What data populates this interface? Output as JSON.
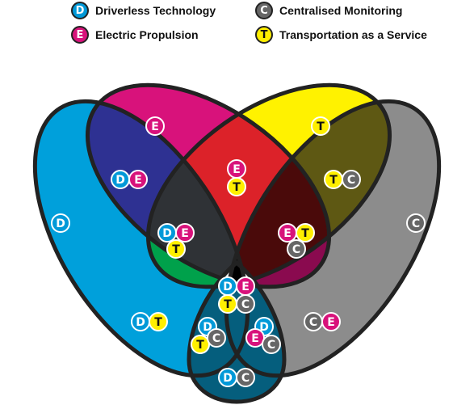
{
  "legend": [
    {
      "letter": "D",
      "label": "Driverless Technology",
      "color": "#0099d8"
    },
    {
      "letter": "E",
      "label": "Electric Propulsion",
      "color": "#d8127b"
    },
    {
      "letter": "C",
      "label": "Centralised Monitoring",
      "color": "#666666"
    },
    {
      "letter": "T",
      "label": "Transportation as a Service",
      "color": "#ffef00"
    }
  ],
  "colors": {
    "D": "#0099d8",
    "E": "#d8127b",
    "C": "#666666",
    "T": "#ffef00",
    "outline": "#222222",
    "set_D": "#00a0db",
    "set_E": "#d8127b",
    "set_T": "#fff200",
    "set_C": "#8c8c8c",
    "DE": "#2e3192",
    "ET": "#dc2229",
    "TC": "#5e5813",
    "DT": "#00a14b",
    "CE": "#8a0a4f",
    "DET": "#2f3236",
    "ETC": "#4a0a0a",
    "DETC": "#000000",
    "DTC": "#f2f2f2",
    "DEC": "#f2f2f2",
    "DC": "#055e7d"
  },
  "regions": [
    {
      "id": "region-d",
      "letters": [
        "D"
      ]
    },
    {
      "id": "region-e",
      "letters": [
        "E"
      ]
    },
    {
      "id": "region-t",
      "letters": [
        "T"
      ]
    },
    {
      "id": "region-c",
      "letters": [
        "C"
      ]
    },
    {
      "id": "region-de",
      "letters": [
        "D",
        "E"
      ]
    },
    {
      "id": "region-et",
      "letters": [
        "E",
        "T"
      ]
    },
    {
      "id": "region-tc",
      "letters": [
        "T",
        "C"
      ]
    },
    {
      "id": "region-det",
      "letters": [
        "D",
        "E",
        "T"
      ]
    },
    {
      "id": "region-etc",
      "letters": [
        "E",
        "T",
        "C"
      ]
    },
    {
      "id": "region-detc",
      "letters": [
        "D",
        "E",
        "T",
        "C"
      ]
    },
    {
      "id": "region-dt",
      "letters": [
        "D",
        "T"
      ]
    },
    {
      "id": "region-ce",
      "letters": [
        "C",
        "E"
      ]
    },
    {
      "id": "region-dtc",
      "letters": [
        "D",
        "T",
        "C"
      ]
    },
    {
      "id": "region-dec",
      "letters": [
        "D",
        "E",
        "C"
      ]
    },
    {
      "id": "region-dc",
      "letters": [
        "D",
        "C"
      ]
    }
  ]
}
